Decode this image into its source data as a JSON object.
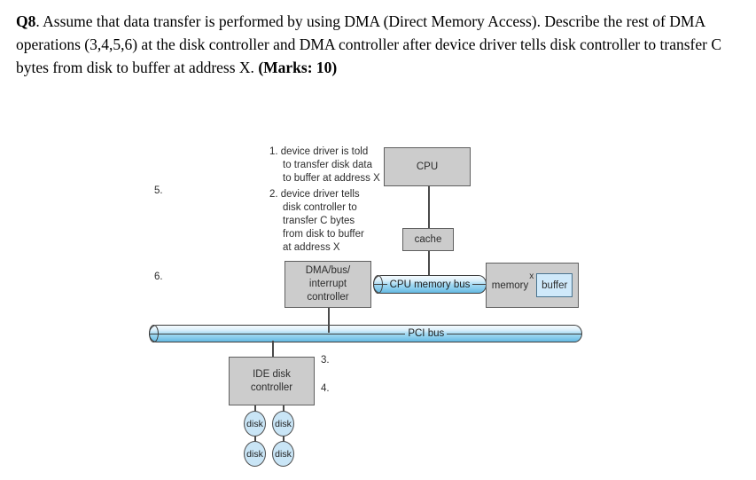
{
  "question": {
    "q_label": "Q8",
    "body": ". Assume that data transfer is performed by using DMA (Direct Memory Access). Describe the rest of DMA operations (3,4,5,6) at the disk controller and DMA controller after device driver tells disk controller to transfer C bytes from disk to buffer at address X. ",
    "marks": "(Marks: 10)"
  },
  "diagram": {
    "notes": {
      "step1": "1. device driver is told\nto transfer disk data\nto buffer at address X",
      "step2": "2. device driver tells\ndisk controller to\ntransfer C bytes\nfrom disk to buffer\nat address X"
    },
    "markers": {
      "m3": "3.",
      "m4": "4.",
      "m5": "5.",
      "m6": "6."
    },
    "boxes": {
      "cpu": "CPU",
      "cache": "cache",
      "dma": "DMA/bus/\ninterrupt\ncontroller",
      "memory": "memory",
      "memory_sup": "x",
      "buffer": "buffer",
      "ide": "IDE disk\ncontroller"
    },
    "buses": {
      "cpu_memory": "CPU memory bus",
      "pci": "PCI bus"
    },
    "disks": [
      "disk",
      "disk",
      "disk",
      "disk"
    ],
    "colors": {
      "box_fill": "#cccccc",
      "box_border": "#5f5f5f",
      "bus_blue": "#8fd0ee",
      "disk_blue": "#c9e5f6",
      "buffer_blue": "#cfe9fa",
      "line": "#4a4a4a"
    }
  }
}
